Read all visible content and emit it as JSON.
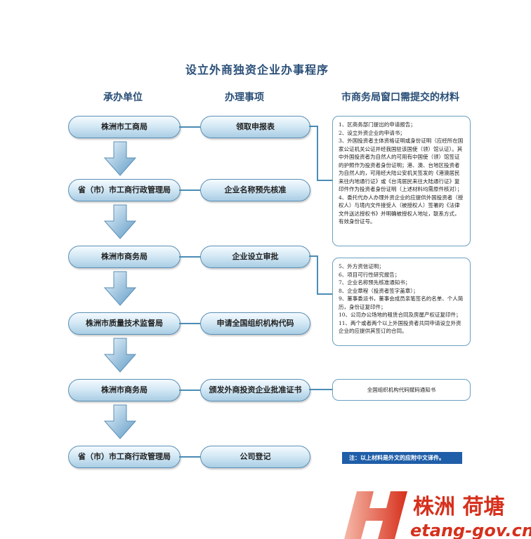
{
  "title": "设立外商独资企业办事程序",
  "columns": [
    "承办单位",
    "办理事项",
    "市商务局窗口需提交的材料"
  ],
  "steps": [
    {
      "unit": "株洲市工商局",
      "task": "领取申报表"
    },
    {
      "unit": "省（市）市工商行政管理局",
      "task": "企业名称预先核准"
    },
    {
      "unit": "株洲市商务局",
      "task": "企业设立审批"
    },
    {
      "unit": "株洲市质量技术监督局",
      "task": "申请全国组织机构代码"
    },
    {
      "unit": "株洲市商务局",
      "task": "颁发外商投资企业批准证书"
    },
    {
      "unit": "省（市）市工商行政管理局",
      "task": "公司登记"
    }
  ],
  "materials": [
    [
      "1、区商务部门提出的申请报告；",
      "2、设立外资企业的申请书；",
      "3、外国投资者主体资格证明或身份证明（应经所在国家公证机关公证并经我国驻该国使（领）馆认证）。其中外国投资者为自然人的可用有中国使（领）馆签证的护照作为投资者身份证明；港、澳、台地区投资者为自然人的，可用经大陆公安机关签发的《港澳居民来往内地通行证》或《台湾居民来往大陆通行证》复印件作为投资者身份证明（上述材料均需原件核对）；",
      "4、委托代办人办理外资企业的应提供外国投资者（授权人）与境内文件接受人（被授权人）签署的《法律文件送达授权书》并明确被授权人地址，联系方式，有效身份证号。"
    ],
    [
      "5、外方资信证明；",
      "6、项目可行性研究报告；",
      "7、企业名称预先核准通知书；",
      "8、企业章程（投资者签字盖章）；",
      "9、董事委派书，董事会成员亲笔签名的名单、个人简历，身份证复印件；",
      "10、公司办公场地的租赁合同及房屋产权证复印件；",
      "11、两个或者两个以上外国投资者共同申请设立外资企业的应提供其签订的合同。"
    ],
    [
      "全国组织机构代码赋码通知书"
    ]
  ],
  "note": "注：以上材料是外文的应附中文译件。",
  "logo": {
    "cn": "株洲 荷塘",
    "en": "Hetang-gov.cn"
  }
}
